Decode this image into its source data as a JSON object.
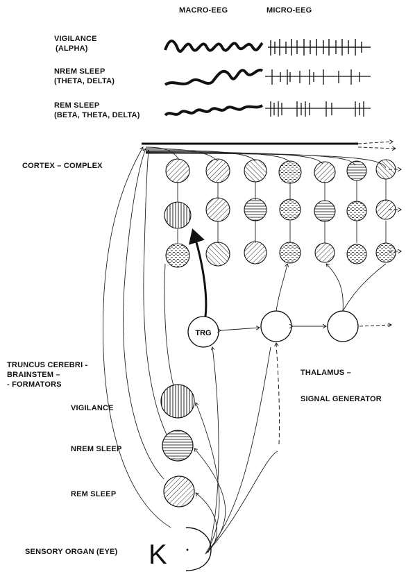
{
  "header": {
    "macro_eeg": "MACRO-EEG",
    "micro_eeg": "MICRO-EEG"
  },
  "states": [
    {
      "name": "VIGILANCE",
      "detail": "(ALPHA)"
    },
    {
      "name": "NREM SLEEP",
      "detail": "(THETA, DELTA)"
    },
    {
      "name": "REM SLEEP",
      "detail": "(BETA, THETA, DELTA)"
    }
  ],
  "labels": {
    "cortex": "CORTEX – COMPLEX",
    "truncus_line1": "TRUNCUS CEREBRI -",
    "truncus_line2": "BRAINSTEM –",
    "truncus_line3": "- FORMATORS",
    "vigilance": "VIGILANCE",
    "nrem": "NREM SLEEP",
    "rem": "REM SLEEP",
    "thalamus_line1": "THALAMUS –",
    "thalamus_line2": "SIGNAL GENERATOR",
    "sensory": "SENSORY ORGAN (EYE)",
    "trg": "TRG",
    "eye_symbol": "K"
  }
}
